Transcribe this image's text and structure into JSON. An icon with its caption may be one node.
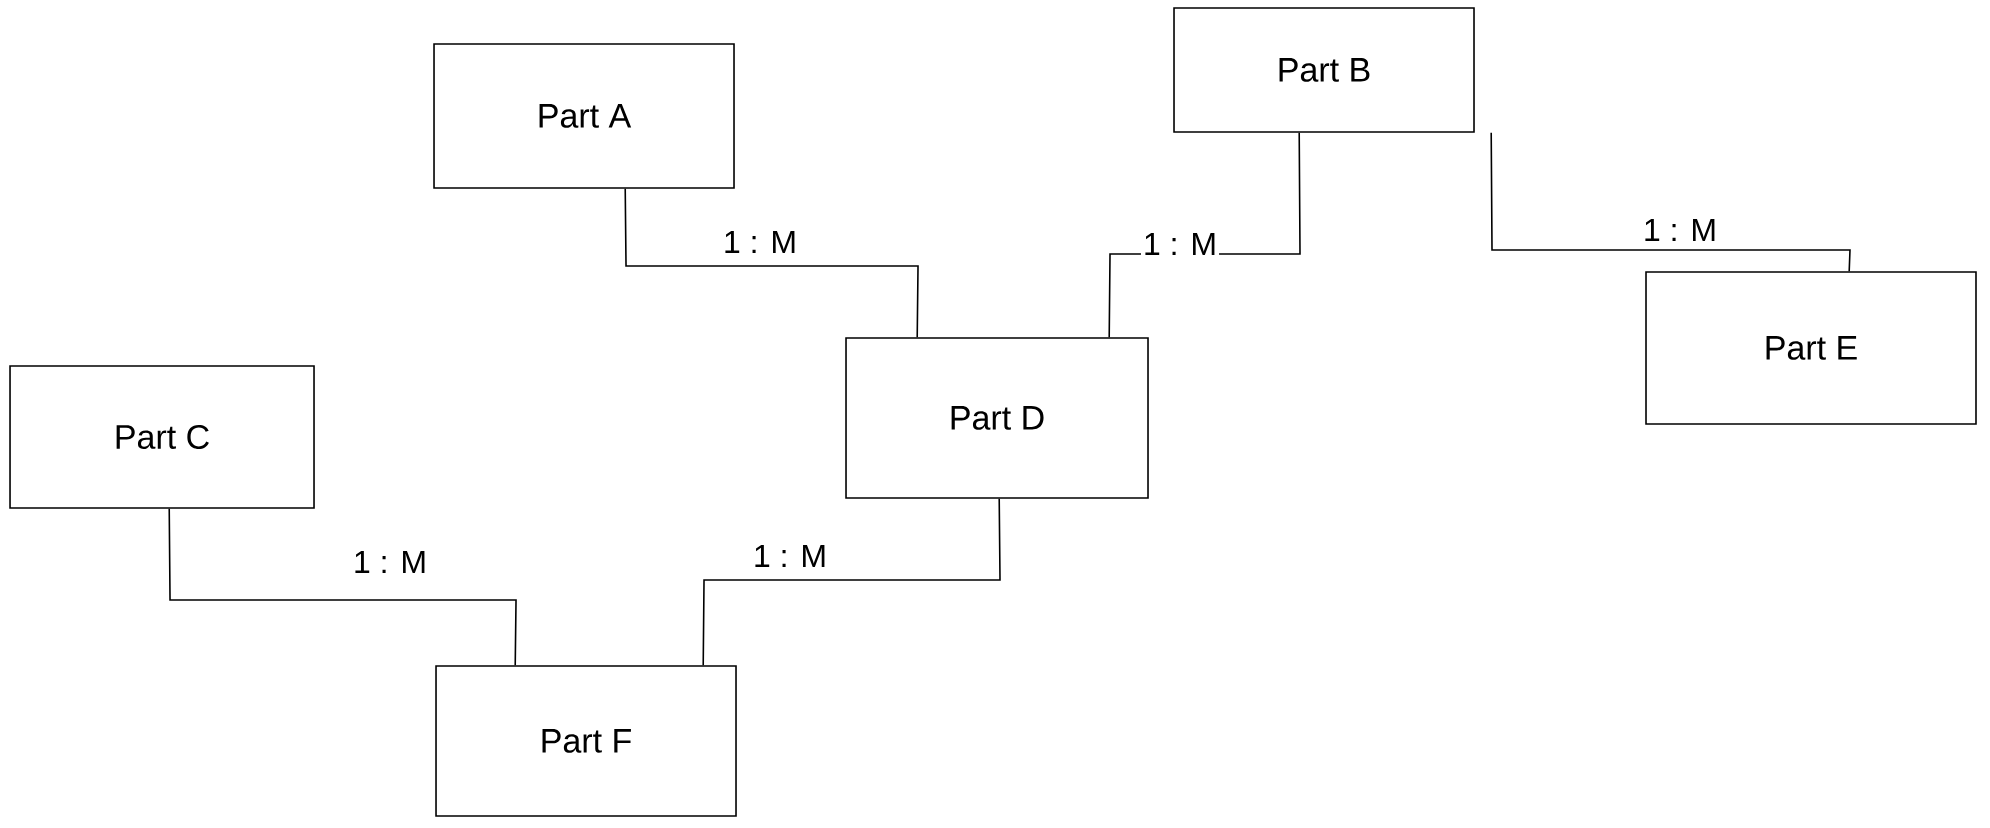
{
  "diagram": {
    "nodes": [
      {
        "text": [
          "Part A"
        ]
      },
      {
        "text": [
          "Part B"
        ]
      },
      {
        "text": [
          "Part C"
        ]
      },
      {
        "text": [
          "Part D"
        ]
      },
      {
        "text": [
          "Part E"
        ]
      },
      {
        "text": [
          "Part F"
        ]
      }
    ],
    "edges": [
      {
        "from": 0,
        "to": 3,
        "arrow": "none",
        "label": "1 : M"
      },
      {
        "from": 1,
        "to": 3,
        "arrow": "none",
        "label": "1 : M"
      },
      {
        "from": 1,
        "to": 4,
        "arrow": "none",
        "label": "1 : M"
      },
      {
        "from": 2,
        "to": 5,
        "arrow": "none",
        "label": "1 : M"
      },
      {
        "from": 3,
        "to": 5,
        "arrow": "none",
        "label": "1 : M"
      }
    ]
  }
}
